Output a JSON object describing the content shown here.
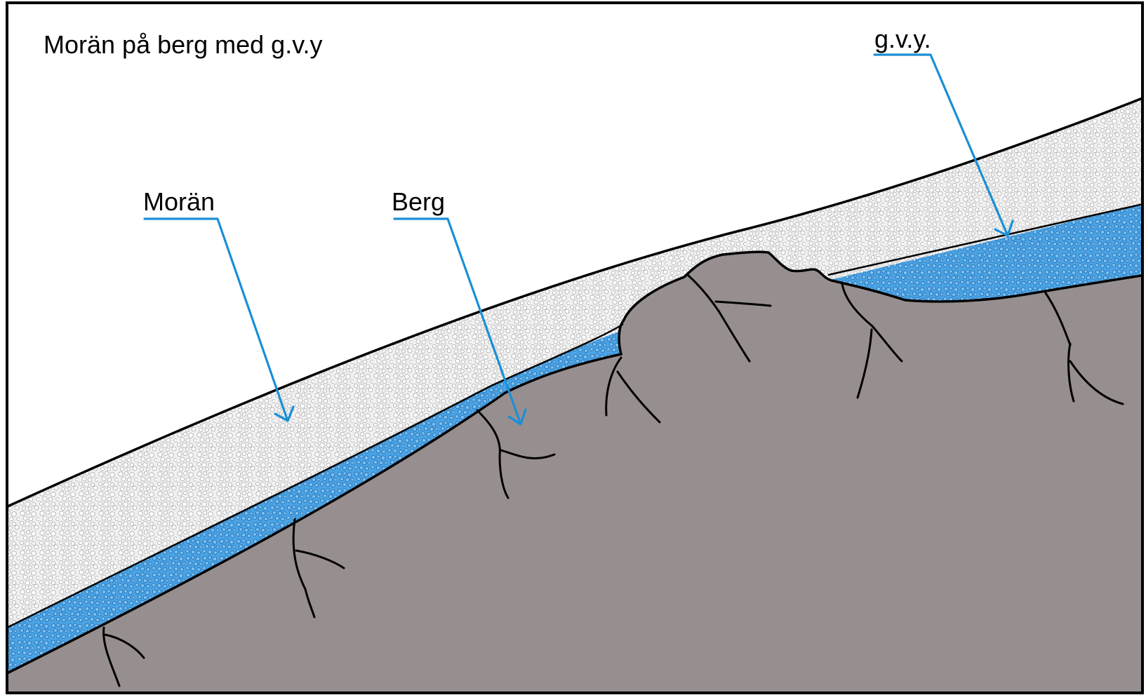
{
  "title": "Morän på berg med g.v.y",
  "labels": {
    "moran": "Morän",
    "berg": "Berg",
    "gvy": "g.v.y."
  },
  "colors": {
    "background": "#ffffff",
    "moraine_fill": "#f1f1f1",
    "moraine_pebble": "#b9b9b9",
    "groundwater_fill": "#4ba3e3",
    "groundwater_pebble": "#1f6fb8",
    "bedrock_fill": "#978f8f",
    "leader_line": "#1a8fd6",
    "outline": "#000000"
  }
}
